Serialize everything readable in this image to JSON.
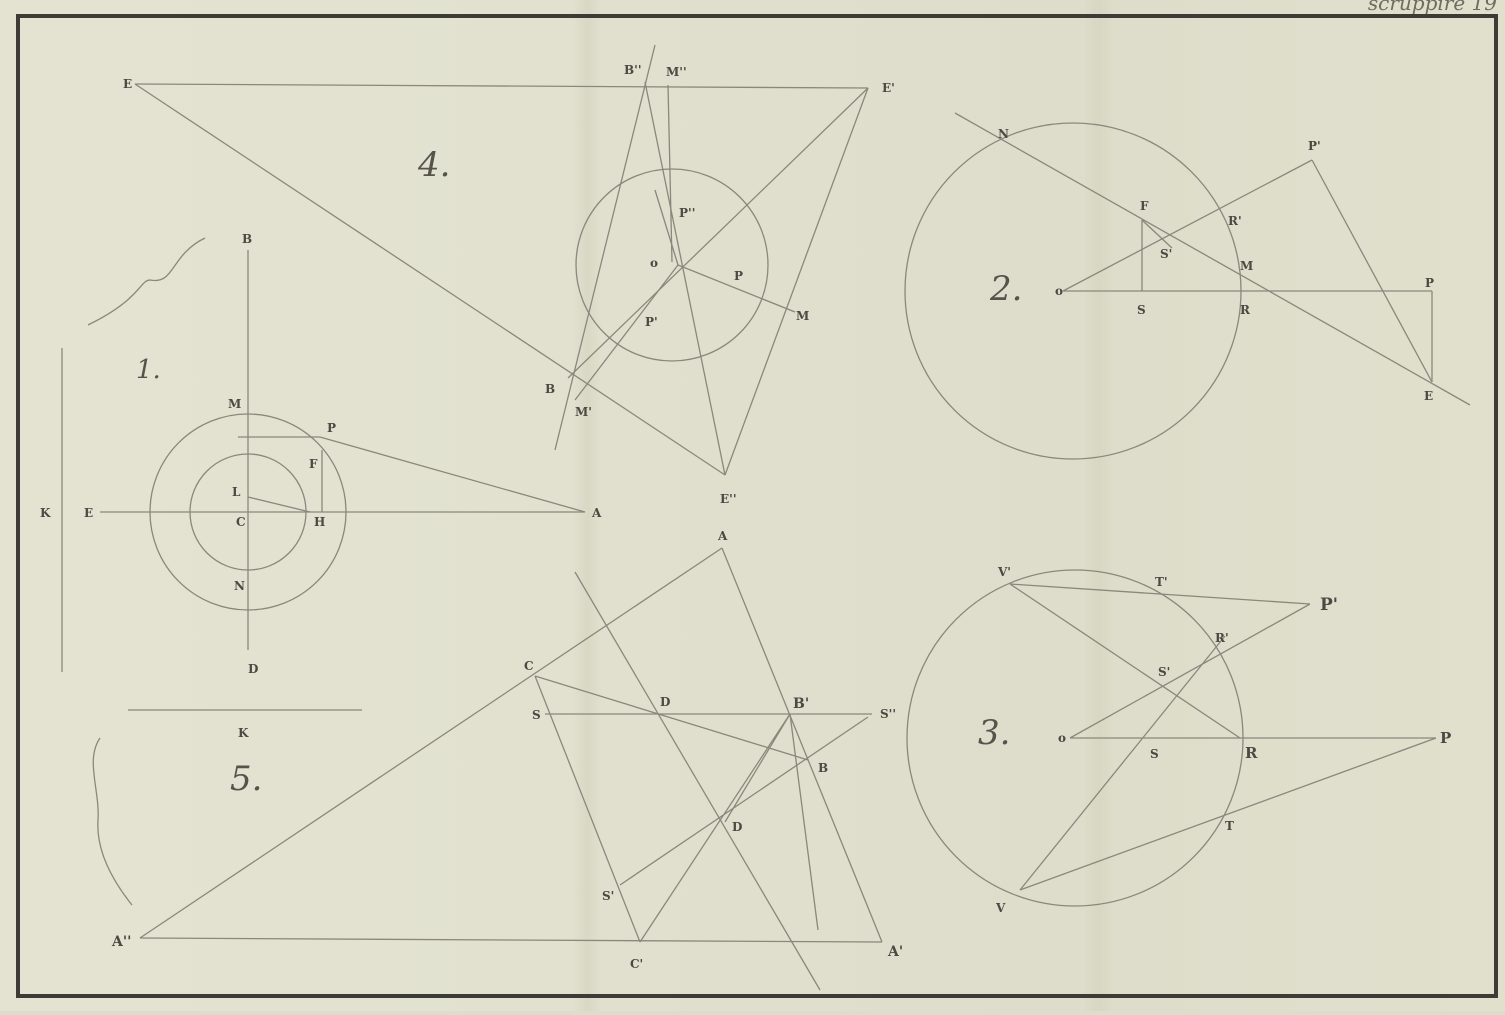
{
  "header": {
    "text": "scruppire 19"
  },
  "figures": {
    "fig1": {
      "number": "1.",
      "labels": [
        "B",
        "M",
        "P",
        "F",
        "L",
        "K",
        "E",
        "C",
        "H",
        "A",
        "N",
        "D",
        "K"
      ]
    },
    "fig2": {
      "number": "2.",
      "labels": [
        "N",
        "P'",
        "F",
        "R'",
        "S'",
        "M",
        "P",
        "o",
        "S",
        "R",
        "E"
      ]
    },
    "fig3": {
      "number": "3.",
      "labels": [
        "V'",
        "T'",
        "P'",
        "R'",
        "S'",
        "o",
        "S",
        "R",
        "P",
        "T",
        "V"
      ]
    },
    "fig4": {
      "number": "4.",
      "labels": [
        "E",
        "B''",
        "M''",
        "E'",
        "P''",
        "o",
        "P",
        "P'",
        "M",
        "B",
        "M'",
        "E''"
      ]
    },
    "fig5": {
      "number": "5.",
      "labels": [
        "A",
        "C",
        "D",
        "B'",
        "S''",
        "S",
        "B",
        "D",
        "S'",
        "A''",
        "C'",
        "A'"
      ]
    }
  },
  "colors": {
    "paper": "#e2e1cf",
    "ink": "#8a877c",
    "frame": "#3c3b35"
  }
}
